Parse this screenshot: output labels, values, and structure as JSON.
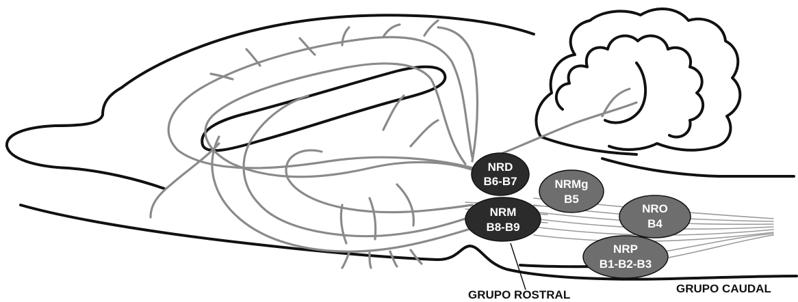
{
  "colors": {
    "outline": "#111111",
    "fiber": "#8a8a8a",
    "nucleus_dark": "#2b2b2b",
    "nucleus_medium": "#6e6e6e",
    "label": "#ffffff",
    "background": "#ffffff"
  },
  "nuclei": [
    {
      "id": "nrd",
      "name": "NRD",
      "code": "B6-B7",
      "shade": "nucleus_dark"
    },
    {
      "id": "nrm",
      "name": "NRM",
      "code": "B8-B9",
      "shade": "nucleus_dark"
    },
    {
      "id": "nrmg",
      "name": "NRMg",
      "code": "B5",
      "shade": "nucleus_medium"
    },
    {
      "id": "nro",
      "name": "NRO",
      "code": "B4",
      "shade": "nucleus_medium"
    },
    {
      "id": "nrp",
      "name": "NRP",
      "code": "B1-B2-B3",
      "shade": "nucleus_medium"
    }
  ],
  "groups": {
    "rostral": "GRUPO ROSTRAL",
    "caudal": "GRUPO CAUDAL"
  }
}
